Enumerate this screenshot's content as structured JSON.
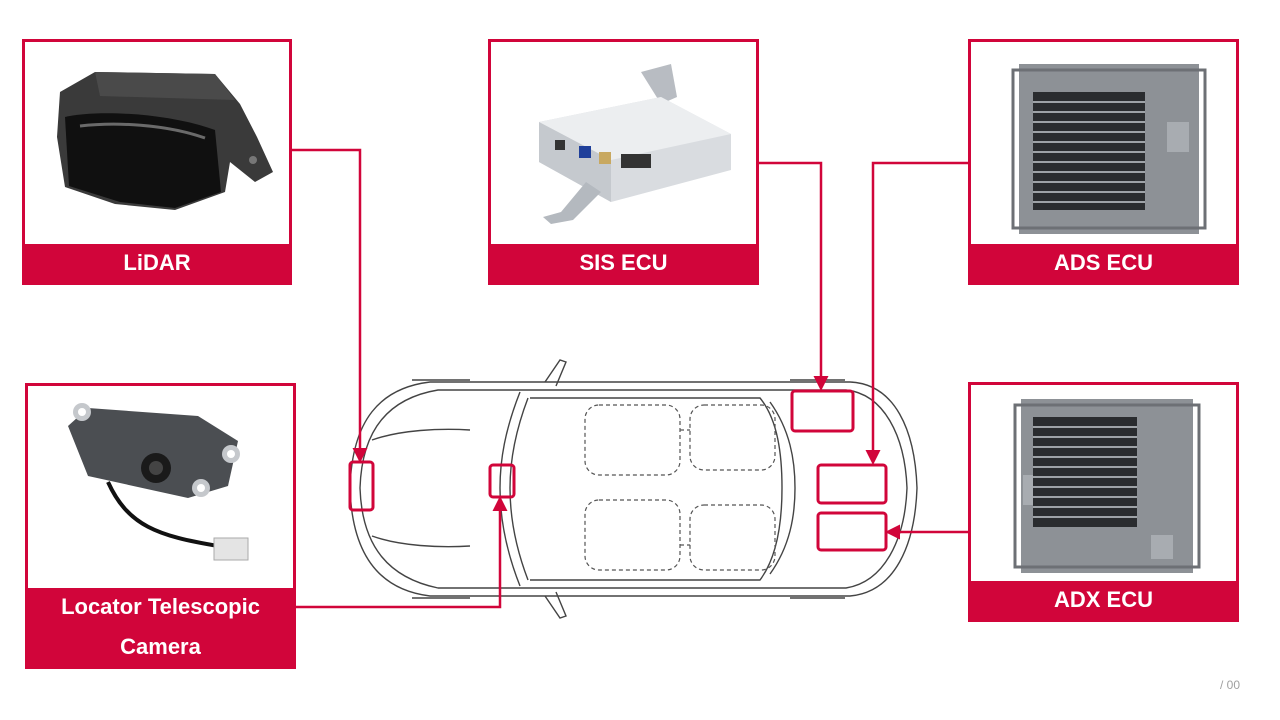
{
  "components": {
    "lidar": {
      "label": "LiDAR",
      "icon": "lidar-sensor-photo"
    },
    "sis_ecu": {
      "label": "SIS ECU",
      "icon": "sis-ecu-bracket-photo"
    },
    "ads_ecu": {
      "label": "ADS ECU",
      "icon": "ads-ecu-heatsink-photo"
    },
    "adx_ecu": {
      "label": "ADX ECU",
      "icon": "adx-ecu-heatsink-photo"
    },
    "camera": {
      "label": "Locator Telescopic Camera",
      "icon": "telescopic-camera-photo"
    }
  },
  "page_number": "/ 00",
  "colors": {
    "accent": "#d1053a",
    "outline": "#444444",
    "dashed": "#555555"
  }
}
